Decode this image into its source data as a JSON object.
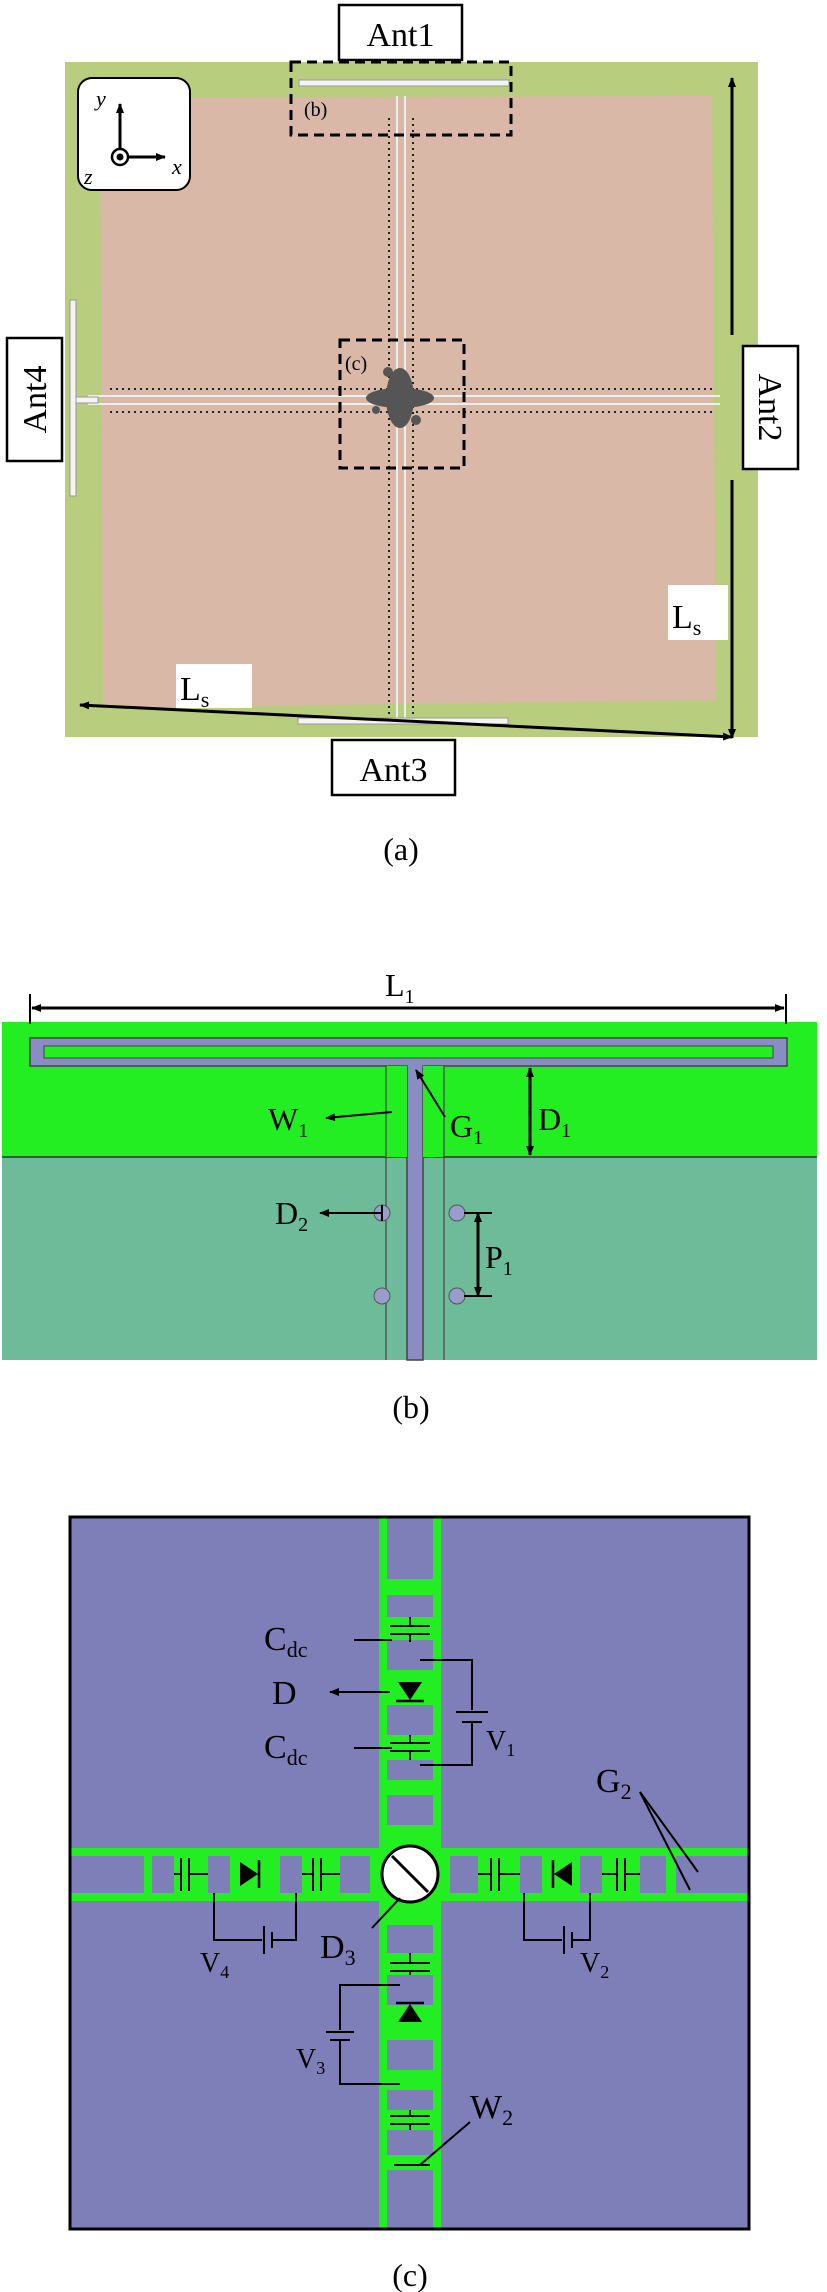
{
  "panel_a": {
    "caption": "(a)",
    "ant1": "Ant1",
    "ant2": "Ant2",
    "ant3": "Ant3",
    "ant4": "Ant4",
    "box_b": "(b)",
    "box_c": "(c)",
    "axis_x": "x",
    "axis_y": "y",
    "axis_z": "z",
    "ls_right": {
      "main": "L",
      "sub": "s"
    },
    "ls_bottom": {
      "main": "L",
      "sub": "s"
    }
  },
  "panel_b": {
    "caption": "(b)",
    "l1": {
      "main": "L",
      "sub": "1"
    },
    "w1": {
      "main": "W",
      "sub": "1"
    },
    "g1": {
      "main": "G",
      "sub": "1"
    },
    "d1": {
      "main": "D",
      "sub": "1"
    },
    "d2": {
      "main": "D",
      "sub": "2"
    },
    "p1": {
      "main": "P",
      "sub": "1"
    }
  },
  "panel_c": {
    "caption": "(c)",
    "cdc_top": {
      "main": "C",
      "sub": "dc"
    },
    "d": "D",
    "cdc_bottom": {
      "main": "C",
      "sub": "dc"
    },
    "v1": {
      "main": "V",
      "sub": "1"
    },
    "g2": {
      "main": "G",
      "sub": "2"
    },
    "v4": {
      "main": "V",
      "sub": "4"
    },
    "d3": {
      "main": "D",
      "sub": "3"
    },
    "v2": {
      "main": "V",
      "sub": "2"
    },
    "v3": {
      "main": "V",
      "sub": "3"
    },
    "w2": {
      "main": "W",
      "sub": "2"
    }
  },
  "colors": {
    "substrate_green": "#b9cf7c",
    "copper": "#dab9a8",
    "bright_green": "#22ee22",
    "teal": "#6dbb98",
    "patch_purple": "#7e7fb8"
  }
}
